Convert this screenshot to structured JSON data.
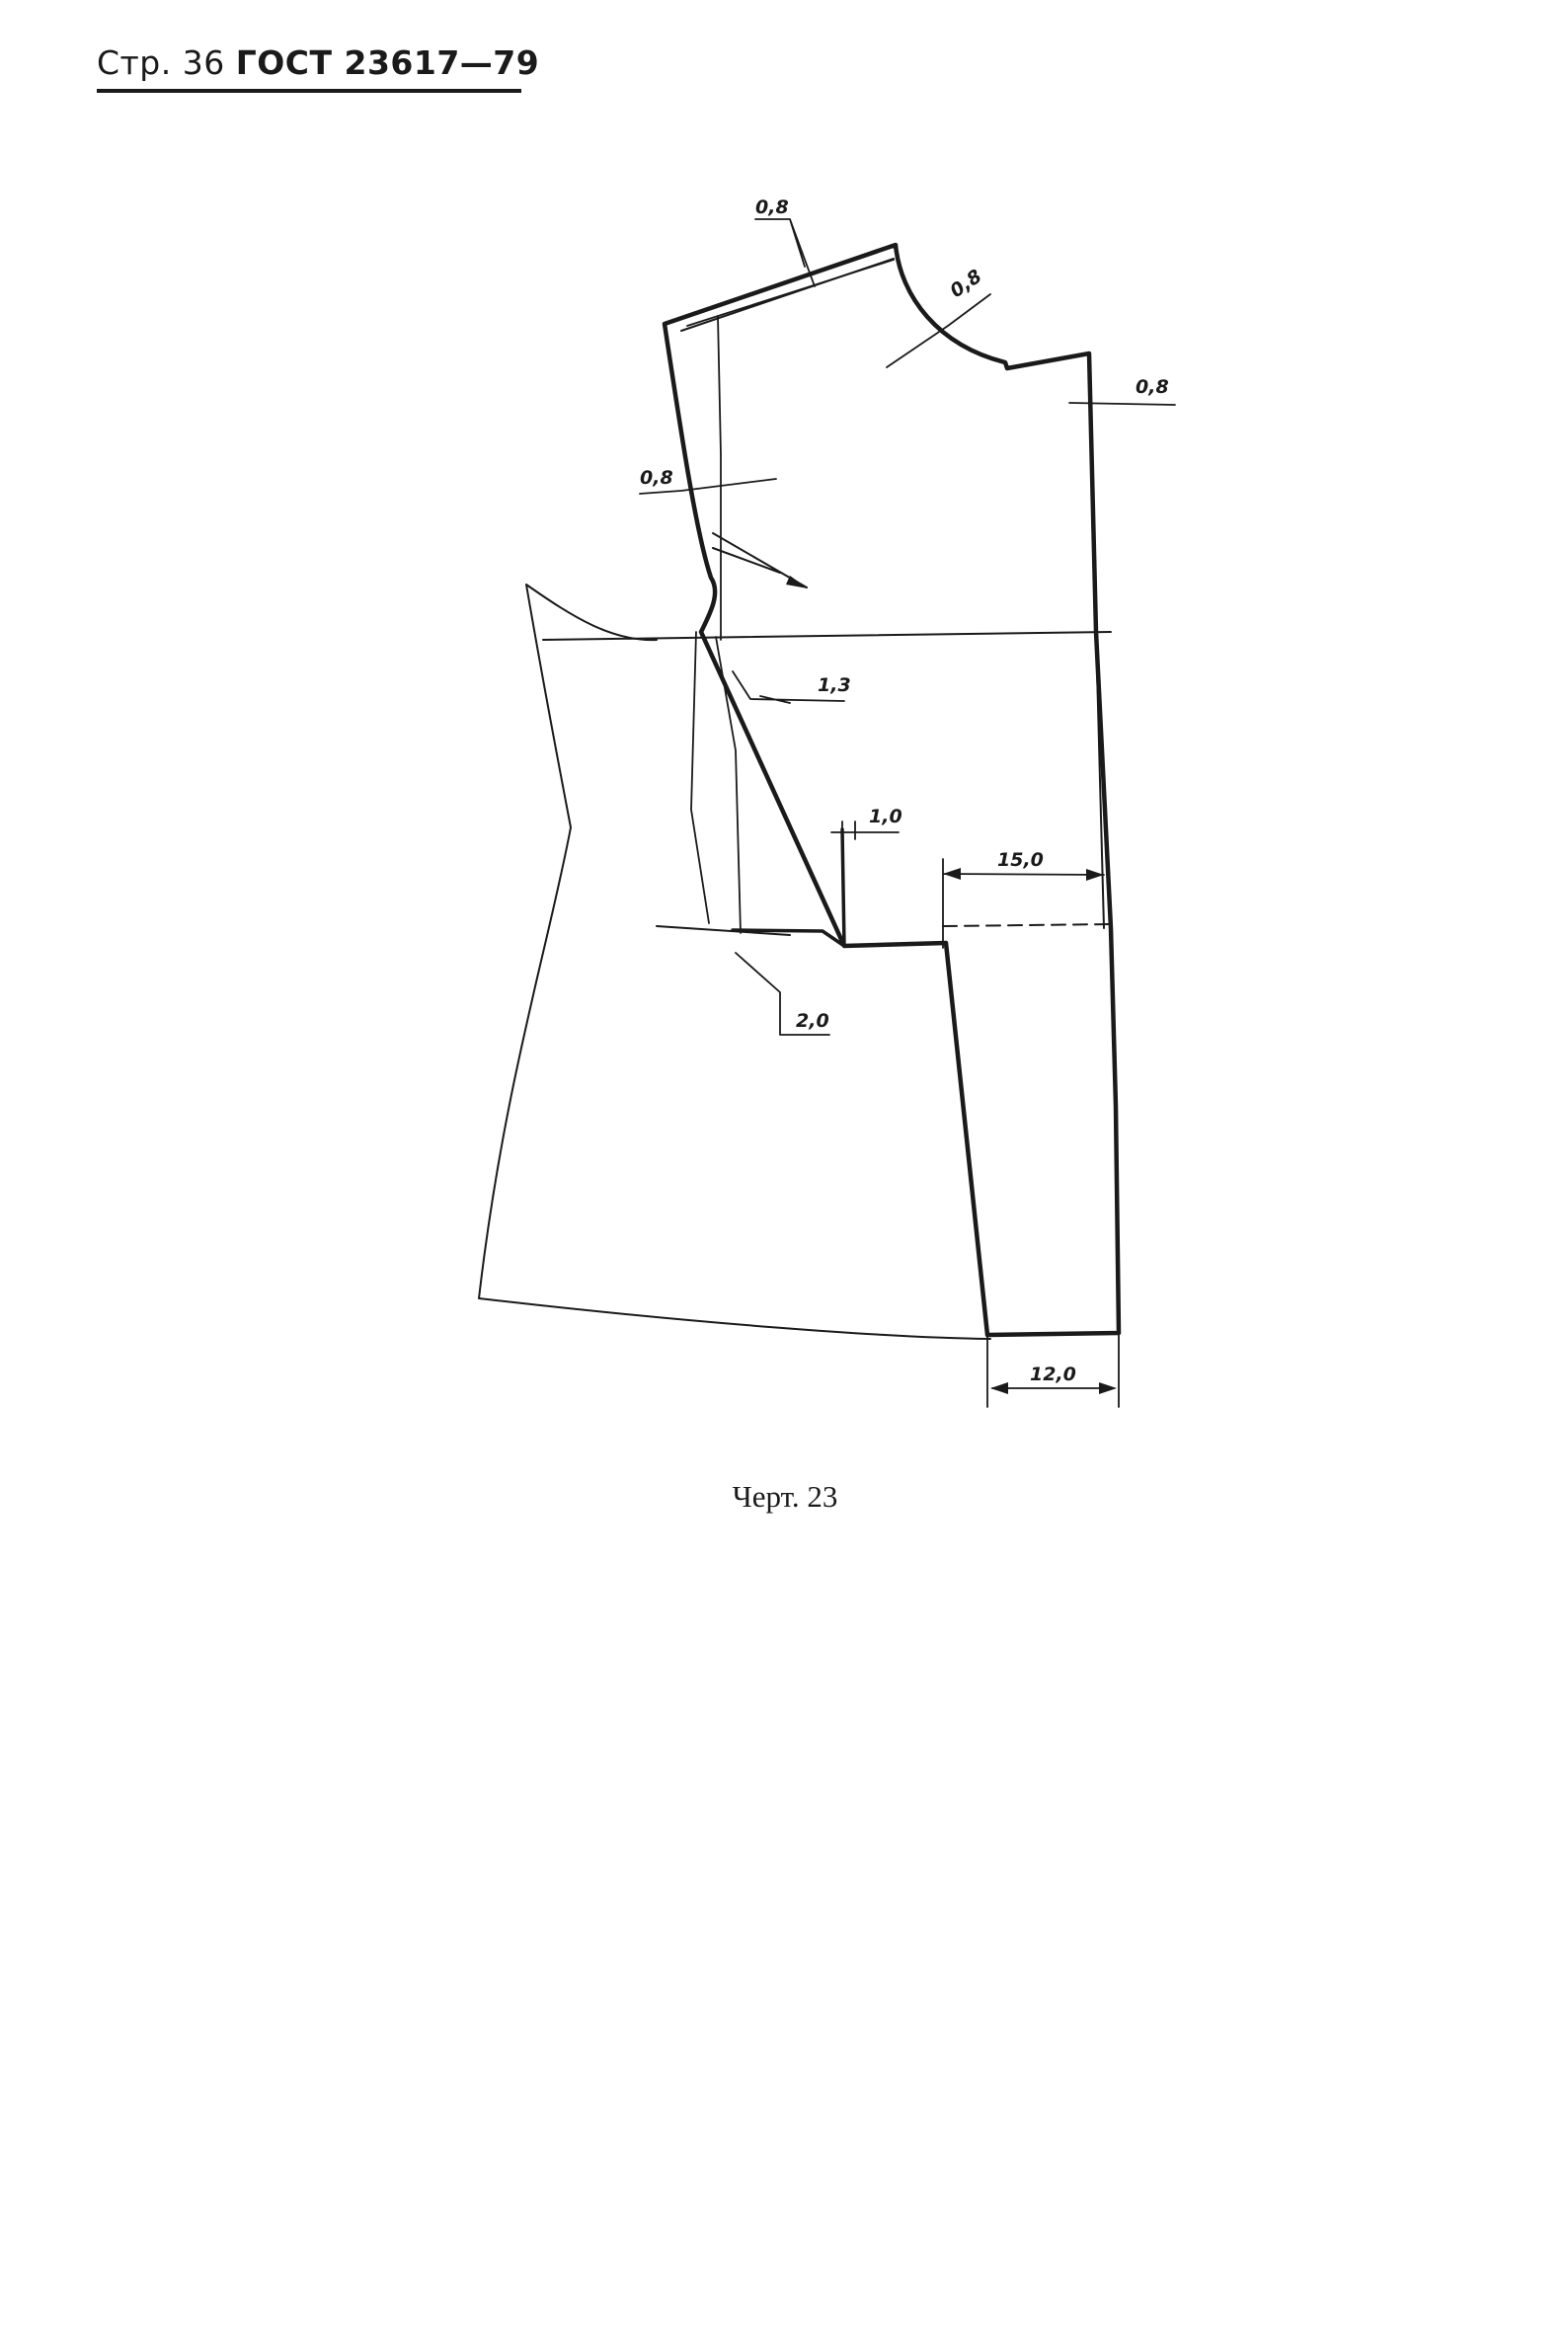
{
  "header": {
    "page_label": "Стр. 36",
    "standard": "ГОСТ 23617—79"
  },
  "dimensions": {
    "shoulder_top": "0,8",
    "neckline": "0,8",
    "center_top": "0,8",
    "armhole": "0,8",
    "armhole_lower": "1,3",
    "dart_side": "1,0",
    "waist_width": "15,0",
    "dart_lower": "2,0",
    "hem_width": "12,0"
  },
  "caption": "Черт. 23"
}
